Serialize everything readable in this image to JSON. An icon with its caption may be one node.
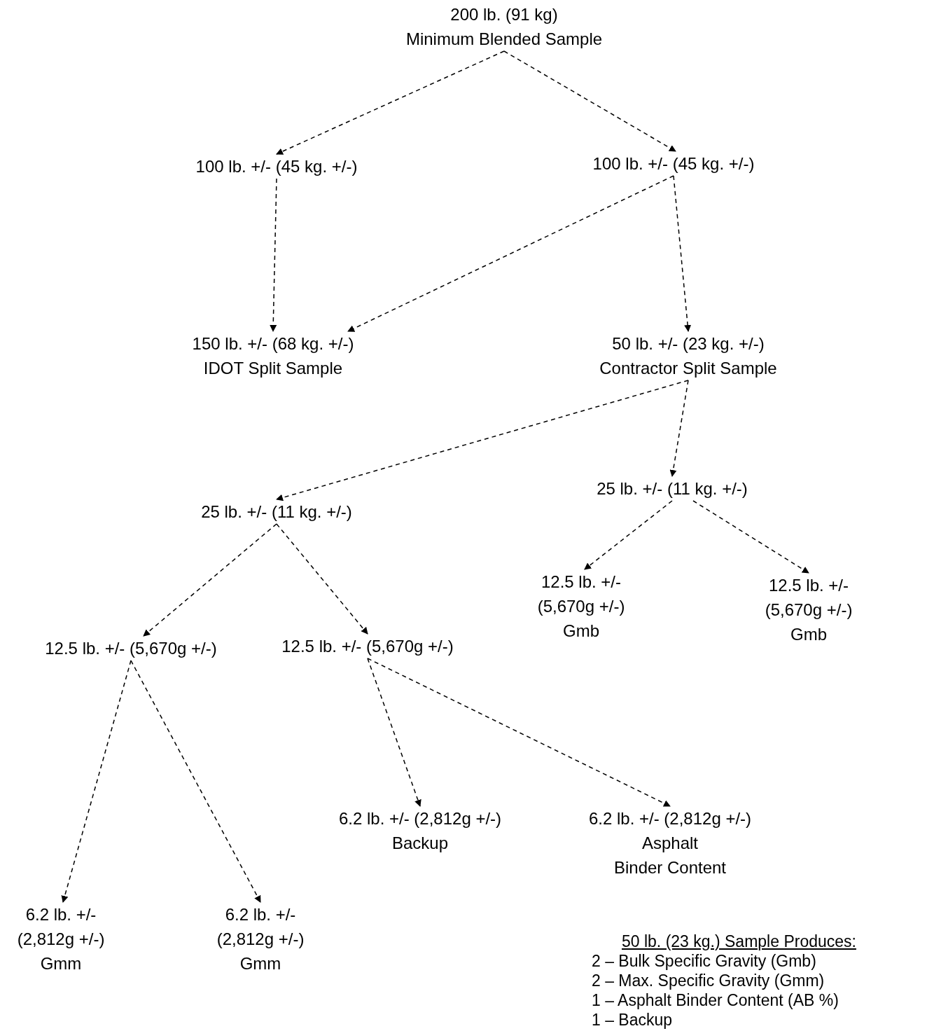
{
  "diagram": {
    "nodes": [
      {
        "text": [
          "200 lb. (91 kg)",
          "Minimum Blended Sample"
        ]
      },
      {
        "text": [
          "100 lb. +/- (45 kg. +/-)"
        ]
      },
      {
        "text": [
          "100 lb. +/- (45 kg. +/-)"
        ]
      },
      {
        "text": [
          "150 lb. +/- (68 kg. +/-)",
          "IDOT Split Sample"
        ]
      },
      {
        "text": [
          "50 lb. +/- (23 kg. +/-)",
          "Contractor Split Sample"
        ]
      },
      {
        "text": [
          "25 lb. +/- (11 kg. +/-)"
        ]
      },
      {
        "text": [
          "25 lb. +/- (11 kg. +/-)"
        ]
      },
      {
        "text": [
          "12.5 lb. +/-",
          "(5,670g +/-)",
          "Gmb"
        ]
      },
      {
        "text": [
          "12.5 lb. +/-",
          "(5,670g +/-)",
          "Gmb"
        ]
      },
      {
        "text": [
          "12.5 lb. +/- (5,670g +/-)"
        ]
      },
      {
        "text": [
          "12.5 lb. +/- (5,670g +/-)"
        ]
      },
      {
        "text": [
          "6.2 lb. +/- (2,812g +/-)",
          "Backup"
        ]
      },
      {
        "text": [
          "6.2 lb. +/- (2,812g +/-)",
          "Asphalt",
          "Binder Content"
        ]
      },
      {
        "text": [
          "6.2 lb. +/-",
          "(2,812g +/-)",
          "Gmm"
        ]
      },
      {
        "text": [
          "6.2 lb. +/-",
          "(2,812g +/-)",
          "Gmm"
        ]
      }
    ],
    "edges": [
      {
        "from": 0,
        "to": 1,
        "arrow": "to",
        "style": "dashed"
      },
      {
        "from": 0,
        "to": 2,
        "arrow": "to",
        "style": "dashed"
      },
      {
        "from": 1,
        "to": 3,
        "arrow": "to",
        "style": "dashed"
      },
      {
        "from": 2,
        "to": 3,
        "arrow": "to",
        "style": "dashed"
      },
      {
        "from": 2,
        "to": 4,
        "arrow": "to",
        "style": "dashed"
      },
      {
        "from": 4,
        "to": 5,
        "arrow": "to",
        "style": "dashed"
      },
      {
        "from": 4,
        "to": 6,
        "arrow": "to",
        "style": "dashed"
      },
      {
        "from": 6,
        "to": 7,
        "arrow": "to",
        "style": "dashed"
      },
      {
        "from": 6,
        "to": 8,
        "arrow": "to",
        "style": "dashed"
      },
      {
        "from": 5,
        "to": 9,
        "arrow": "to",
        "style": "dashed"
      },
      {
        "from": 5,
        "to": 10,
        "arrow": "to",
        "style": "dashed"
      },
      {
        "from": 9,
        "to": 13,
        "arrow": "to",
        "style": "dashed"
      },
      {
        "from": 9,
        "to": 14,
        "arrow": "to",
        "style": "dashed"
      },
      {
        "from": 10,
        "to": 11,
        "arrow": "to",
        "style": "dashed"
      },
      {
        "from": 10,
        "to": 12,
        "arrow": "to",
        "style": "dashed"
      }
    ],
    "labels": [
      "50 lb. (23 kg.) Sample Produces:",
      "2 – Bulk Specific Gravity (Gmb)",
      "2 – Max. Specific Gravity (Gmm)",
      "1 – Asphalt Binder Content (AB %)",
      "1 – Backup"
    ]
  }
}
